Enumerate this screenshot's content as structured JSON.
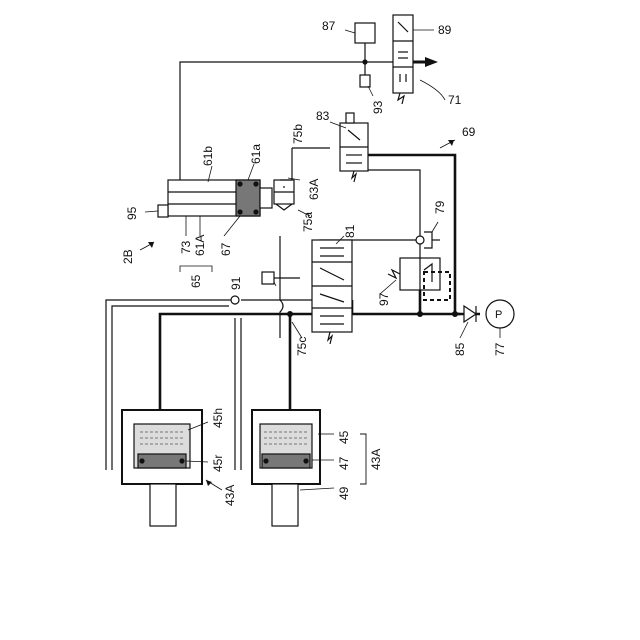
{
  "labels": {
    "l87": "87",
    "l89": "89",
    "l71": "71",
    "l93": "93",
    "l83": "83",
    "l75b": "75b",
    "l69": "69",
    "l61b": "61b",
    "l61a": "61a",
    "l95": "95",
    "l73": "73",
    "l61A": "61A",
    "l67": "67",
    "l65": "65",
    "l63A": "63A",
    "l75a": "75a",
    "l81": "81",
    "l79": "79",
    "l2B": "2B",
    "l91": "91",
    "l97": "97",
    "l85": "85",
    "l77": "77",
    "l75c": "75c",
    "l45h": "45h",
    "l45r": "45r",
    "l45": "45",
    "l47": "47",
    "l49": "49",
    "l43A_left": "43A",
    "l43A_right": "43A",
    "pump": "P"
  },
  "colors": {
    "line": "#111111",
    "background": "#ffffff",
    "fluid": "#dcdcdc"
  }
}
